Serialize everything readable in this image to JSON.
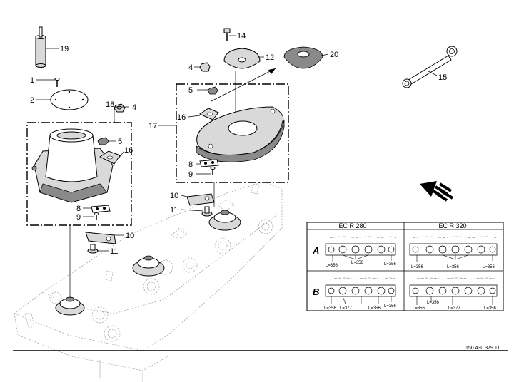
{
  "callouts": {
    "c1": "1",
    "c2": "2",
    "c4a": "4",
    "c5a": "5",
    "c8a": "8",
    "c9a": "9",
    "c10a": "10",
    "c11a": "11",
    "c12": "12",
    "c14": "14",
    "c15": "15",
    "c16a": "16",
    "c17": "17",
    "c18": "18",
    "c19": "19",
    "c20": "20",
    "c4b": "4",
    "c5b": "5",
    "c16b": "16",
    "c8b": "8",
    "c9b": "9",
    "c10b": "10",
    "c11b": "11"
  },
  "variant_table": {
    "columns": [
      "EC R 280",
      "EC R 320"
    ],
    "rows": [
      {
        "label": "A",
        "ecr280": [
          "L=356",
          "L=356",
          "L=356"
        ],
        "ecr320": [
          "L=356",
          "L=356",
          "L=356"
        ]
      },
      {
        "label": "B",
        "ecr280": [
          "L=356",
          "L=377",
          "L=356",
          "L=356"
        ],
        "ecr320": [
          "L=356",
          "L=356",
          "L=377",
          "L=356"
        ]
      }
    ]
  },
  "reference_number": "150 430 379 11"
}
